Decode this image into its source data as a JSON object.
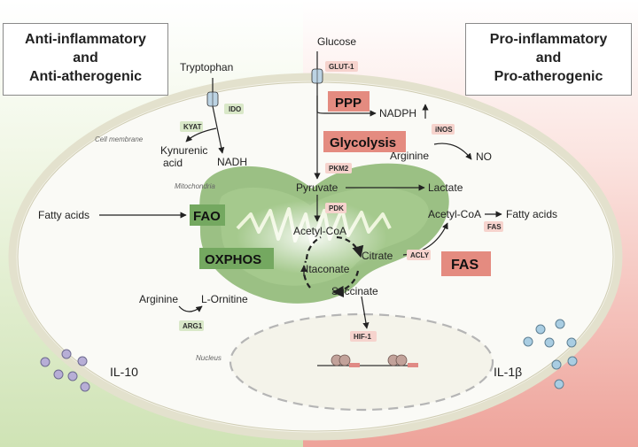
{
  "headings": {
    "left": [
      "Anti-inflammatory",
      "and",
      "Anti-atherogenic"
    ],
    "right": [
      "Pro-inflammatory",
      "and",
      "Pro-atherogenic"
    ]
  },
  "compartments": {
    "cell_membrane": "Cell membrane",
    "mitochondria": "Mitochondria",
    "nucleus": "Nucleus"
  },
  "metabolites": {
    "tryptophan": "Tryptophan",
    "kynurenic_acid_1": "Kynurenic",
    "kynurenic_acid_2": "acid",
    "nadh": "NADH",
    "glucose": "Glucose",
    "nadph": "NADPH",
    "arginine_right": "Arginine",
    "no": "NO",
    "pyruvate": "Pyruvate",
    "lactate": "Lactate",
    "fatty_acids_left": "Fatty acids",
    "acetyl_coa_mito": "Acetyl-CoA",
    "acetyl_coa_cyto": "Acetyl-CoA",
    "fatty_acids_right": "Fatty acids",
    "citrate": "Citrate",
    "itaconate": "Itaconate",
    "succinate": "Succinate",
    "arginine_left": "Arginine",
    "l_ornitine": "L-Ornitine"
  },
  "enzymes": {
    "ido": "IDO",
    "kyat": "KYAT",
    "glut1": "GLUT-1",
    "inos": "iNOS",
    "pkm2": "PKM2",
    "pdk": "PDK",
    "acly": "ACLY",
    "fas_small": "FAS",
    "hif1": "HIF-1",
    "arg1": "ARG1"
  },
  "pathways": {
    "ppp": "PPP",
    "glycolysis": "Glycolysis",
    "fao": "FAO",
    "oxphos": "OXPHOS",
    "fas": "FAS"
  },
  "cytokines": {
    "left": "IL-10",
    "right": "IL-1β"
  },
  "colors": {
    "green_box": "#74a860",
    "green_box_dark": "#5e9a4c",
    "green_enzyme": "#d9e8c8",
    "red_box": "#e48b80",
    "red_enzyme": "#f6d3cd",
    "mitochondria": "#8ab570",
    "cytokine_left": "#b7aed6",
    "cytokine_right": "#a9cde2"
  }
}
